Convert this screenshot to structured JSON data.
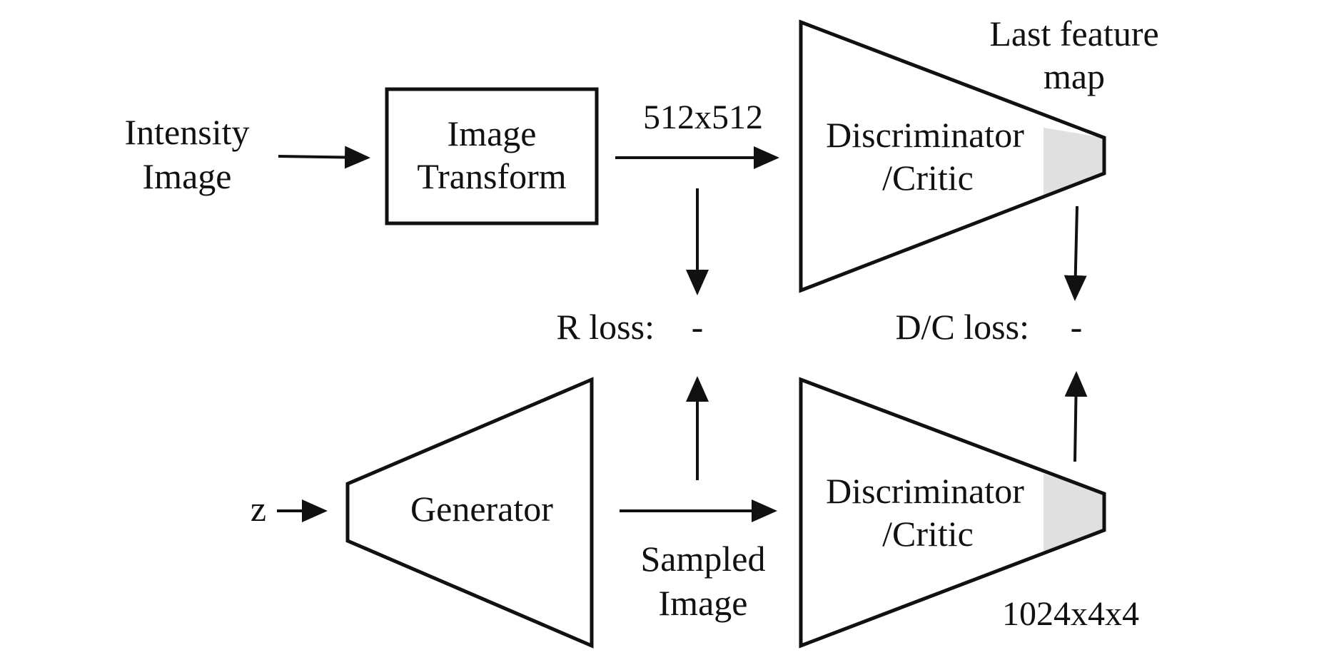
{
  "diagram": {
    "inputs": {
      "intensity_image_line1": "Intensity",
      "intensity_image_line2": "Image",
      "z": "z"
    },
    "nodes": {
      "image_transform_line1": "Image",
      "image_transform_line2": "Transform",
      "generator": "Generator",
      "discriminator_top_line1": "Discriminator",
      "discriminator_top_line2": "/Critic",
      "discriminator_bottom_line1": "Discriminator",
      "discriminator_bottom_line2": "/Critic"
    },
    "labels": {
      "size_512": "512x512",
      "last_feature_map_line1": "Last feature",
      "last_feature_map_line2": "map",
      "r_loss": "R loss:",
      "r_loss_op": "-",
      "dc_loss": "D/C loss:",
      "dc_loss_op": "-",
      "sampled_image_line1": "Sampled",
      "sampled_image_line2": "Image",
      "size_1024": "1024x4x4"
    },
    "colors": {
      "stroke": "#111111",
      "feature_map_fill": "#e0e0e0",
      "background": "#ffffff"
    }
  }
}
